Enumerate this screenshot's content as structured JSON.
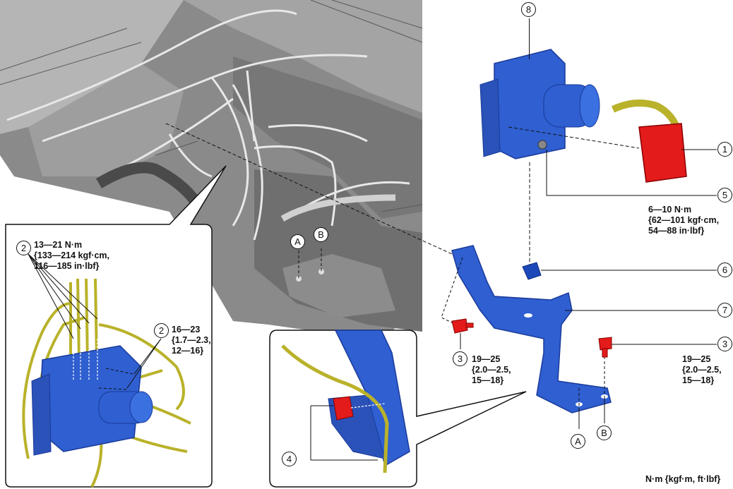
{
  "callouts": {
    "c1": "1",
    "c2a": "2",
    "c2b": "2",
    "c3a": "3",
    "c3b": "3",
    "c4": "4",
    "c5": "5",
    "c6": "6",
    "c7": "7",
    "c8": "8"
  },
  "refs": {
    "a_top": "A",
    "b_top": "B",
    "a_bottom": "A",
    "b_bottom": "B"
  },
  "torques": {
    "t2a": [
      "13—21 N·m",
      "{133—214 kgf·cm,",
      "116—185 in·lbf}"
    ],
    "t2b": [
      "16—23",
      "{1.7—2.3,",
      "12—16}"
    ],
    "t3a": [
      "19—25",
      "{2.0—2.5,",
      "15—18}"
    ],
    "t3b": [
      "19—25",
      "{2.0—2.5,",
      "15—18}"
    ],
    "t5": [
      "6—10 N·m",
      "{62—101 kgf·cm,",
      "54—88 in·lbf}"
    ]
  },
  "unit_note": "N·m {kgf·m, ft·lbf}",
  "colors": {
    "unit_blue": "#2f5fd0",
    "unit_blue_dark": "#1a3a9a",
    "connector_red": "#e31b1b",
    "harness_yellow": "#c9c22a",
    "engine_gray": "#9a9a9a"
  }
}
